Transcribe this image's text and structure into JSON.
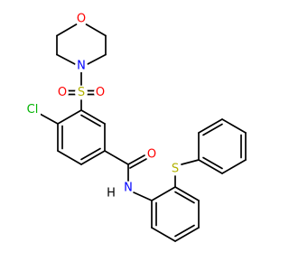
{
  "colors": {
    "carbon": "#000000",
    "oxygen": "#ff0000",
    "nitrogen": "#0000ff",
    "sulfur": "#b2b200",
    "chlorine": "#00b200"
  },
  "atoms": {
    "morpholine_o": "O",
    "morpholine_n": "N",
    "sulfonyl_s": "S",
    "sulfonyl_o_left": "O",
    "sulfonyl_o_right": "O",
    "chlorine": "Cl",
    "carbonyl_o": "O",
    "amide_n": "N",
    "amide_h": "H",
    "thioether_s": "S"
  }
}
